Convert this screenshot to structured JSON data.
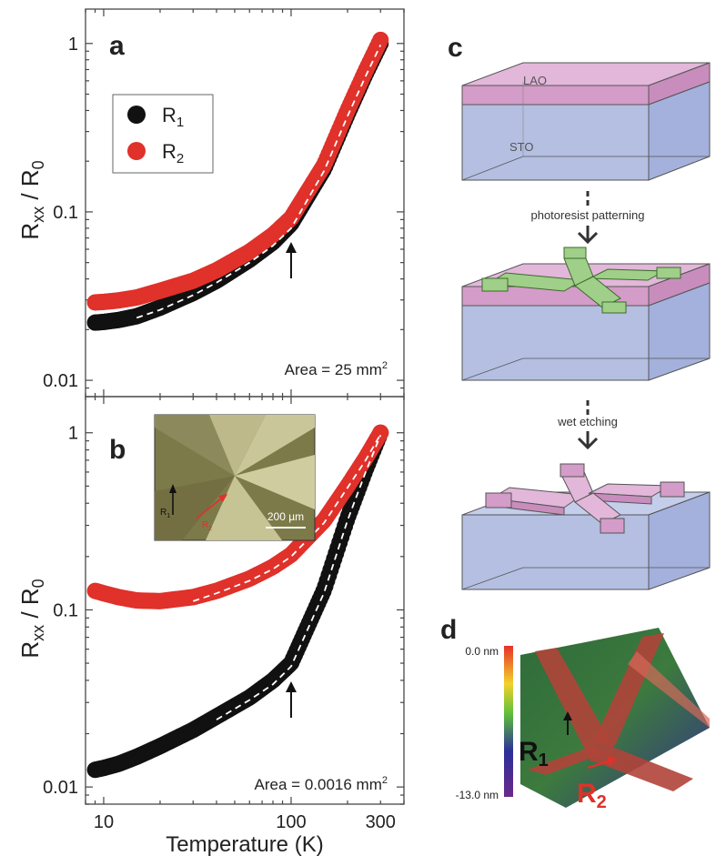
{
  "chart_data": [
    {
      "panel": "a",
      "type": "scatter",
      "xscale": "log",
      "yscale": "log",
      "xlim": [
        8,
        400
      ],
      "ylim": [
        0.008,
        1.6
      ],
      "ylabel_main": "R",
      "ylabel_sub": "xx",
      "ylabel_div": " / R",
      "ylabel_sub2": "0",
      "yticks": [
        0.01,
        0.1,
        1
      ],
      "ytick_labels": [
        "0.01",
        "0.1",
        "1"
      ],
      "annotation": {
        "text": "Area = 25 mm",
        "sup": "2"
      },
      "arrow_x": 100,
      "legend": {
        "placement": "top-left",
        "entries": [
          {
            "main": "R",
            "sub": "1",
            "color": "#111111"
          },
          {
            "main": "R",
            "sub": "2",
            "color": "#e0312a"
          }
        ]
      },
      "series": [
        {
          "name": "R1",
          "color": "#111111",
          "x": [
            9,
            10,
            12,
            15,
            20,
            30,
            40,
            60,
            80,
            100,
            150,
            200,
            250,
            300
          ],
          "y": [
            0.022,
            0.0222,
            0.0228,
            0.024,
            0.027,
            0.033,
            0.039,
            0.052,
            0.066,
            0.085,
            0.18,
            0.38,
            0.66,
            1.0
          ]
        },
        {
          "name": "R2",
          "color": "#e0312a",
          "x": [
            9,
            10,
            12,
            15,
            20,
            30,
            40,
            60,
            80,
            100,
            150,
            200,
            250,
            300
          ],
          "y": [
            0.029,
            0.0292,
            0.0298,
            0.031,
            0.034,
            0.039,
            0.045,
            0.058,
            0.073,
            0.092,
            0.19,
            0.4,
            0.69,
            1.05
          ]
        }
      ],
      "fits": [
        {
          "color": "#ffffff",
          "x": [
            15,
            20,
            30,
            40,
            60,
            80,
            100,
            150,
            200,
            250,
            300
          ],
          "y": [
            0.0235,
            0.0262,
            0.032,
            0.038,
            0.05,
            0.063,
            0.08,
            0.175,
            0.37,
            0.64,
            0.98
          ]
        }
      ]
    },
    {
      "panel": "b",
      "type": "scatter",
      "xscale": "log",
      "yscale": "log",
      "xlim": [
        8,
        400
      ],
      "ylim": [
        0.008,
        1.6
      ],
      "xlabel": "Temperature (K)",
      "xticks": [
        10,
        100,
        300
      ],
      "xtick_labels": [
        "10",
        "100",
        "300"
      ],
      "ylabel_main": "R",
      "ylabel_sub": "xx",
      "ylabel_div": " / R",
      "ylabel_sub2": "0",
      "yticks": [
        0.01,
        0.1,
        1
      ],
      "ytick_labels": [
        "0.01",
        "0.1",
        "1"
      ],
      "annotation": {
        "text": "Area = 0.0016 mm",
        "sup": "2"
      },
      "arrow_x": 100,
      "inset": {
        "scale_label": "200 µm",
        "r1_label": "R",
        "r1_sub": "1",
        "r2_label": "R",
        "r2_sub": "2"
      },
      "series": [
        {
          "name": "R1",
          "color": "#111111",
          "x": [
            9,
            10,
            12,
            15,
            20,
            30,
            40,
            60,
            80,
            100,
            150,
            200,
            250,
            300
          ],
          "y": [
            0.0125,
            0.0128,
            0.0135,
            0.0148,
            0.017,
            0.021,
            0.025,
            0.032,
            0.04,
            0.05,
            0.13,
            0.33,
            0.62,
            1.0
          ]
        },
        {
          "name": "R2",
          "color": "#e0312a",
          "x": [
            9,
            10,
            12,
            15,
            20,
            30,
            40,
            60,
            80,
            100,
            150,
            200,
            250,
            300
          ],
          "y": [
            0.128,
            0.124,
            0.118,
            0.113,
            0.112,
            0.118,
            0.128,
            0.15,
            0.175,
            0.205,
            0.32,
            0.5,
            0.72,
            1.0
          ]
        }
      ],
      "fits": [
        {
          "color": "#ffffff",
          "x": [
            30,
            40,
            60,
            80,
            100,
            150,
            200,
            250,
            300
          ],
          "y": [
            0.112,
            0.124,
            0.146,
            0.17,
            0.2,
            0.31,
            0.49,
            0.7,
            0.98
          ]
        },
        {
          "color": "#ffffff",
          "x": [
            40,
            60,
            80,
            100,
            150,
            200,
            250,
            300
          ],
          "y": [
            0.024,
            0.031,
            0.038,
            0.048,
            0.125,
            0.32,
            0.6,
            0.97
          ]
        }
      ]
    }
  ],
  "panel_labels": {
    "a": "a",
    "b": "b",
    "c": "c",
    "d": "d"
  },
  "diagram": {
    "layer_top": "LAO",
    "layer_bottom": "STO",
    "step1": "photoresist patterning",
    "step2": "wet etching",
    "colors": {
      "lao": "#d49cc8",
      "sto": "#b4bfe2",
      "resist": "#9fcf88"
    }
  },
  "afm": {
    "scale_top": "0.0 nm",
    "scale_bottom": "-13.0 nm",
    "r1_label": "R",
    "r1_sub": "1",
    "r2_label": "R",
    "r2_sub": "2"
  }
}
